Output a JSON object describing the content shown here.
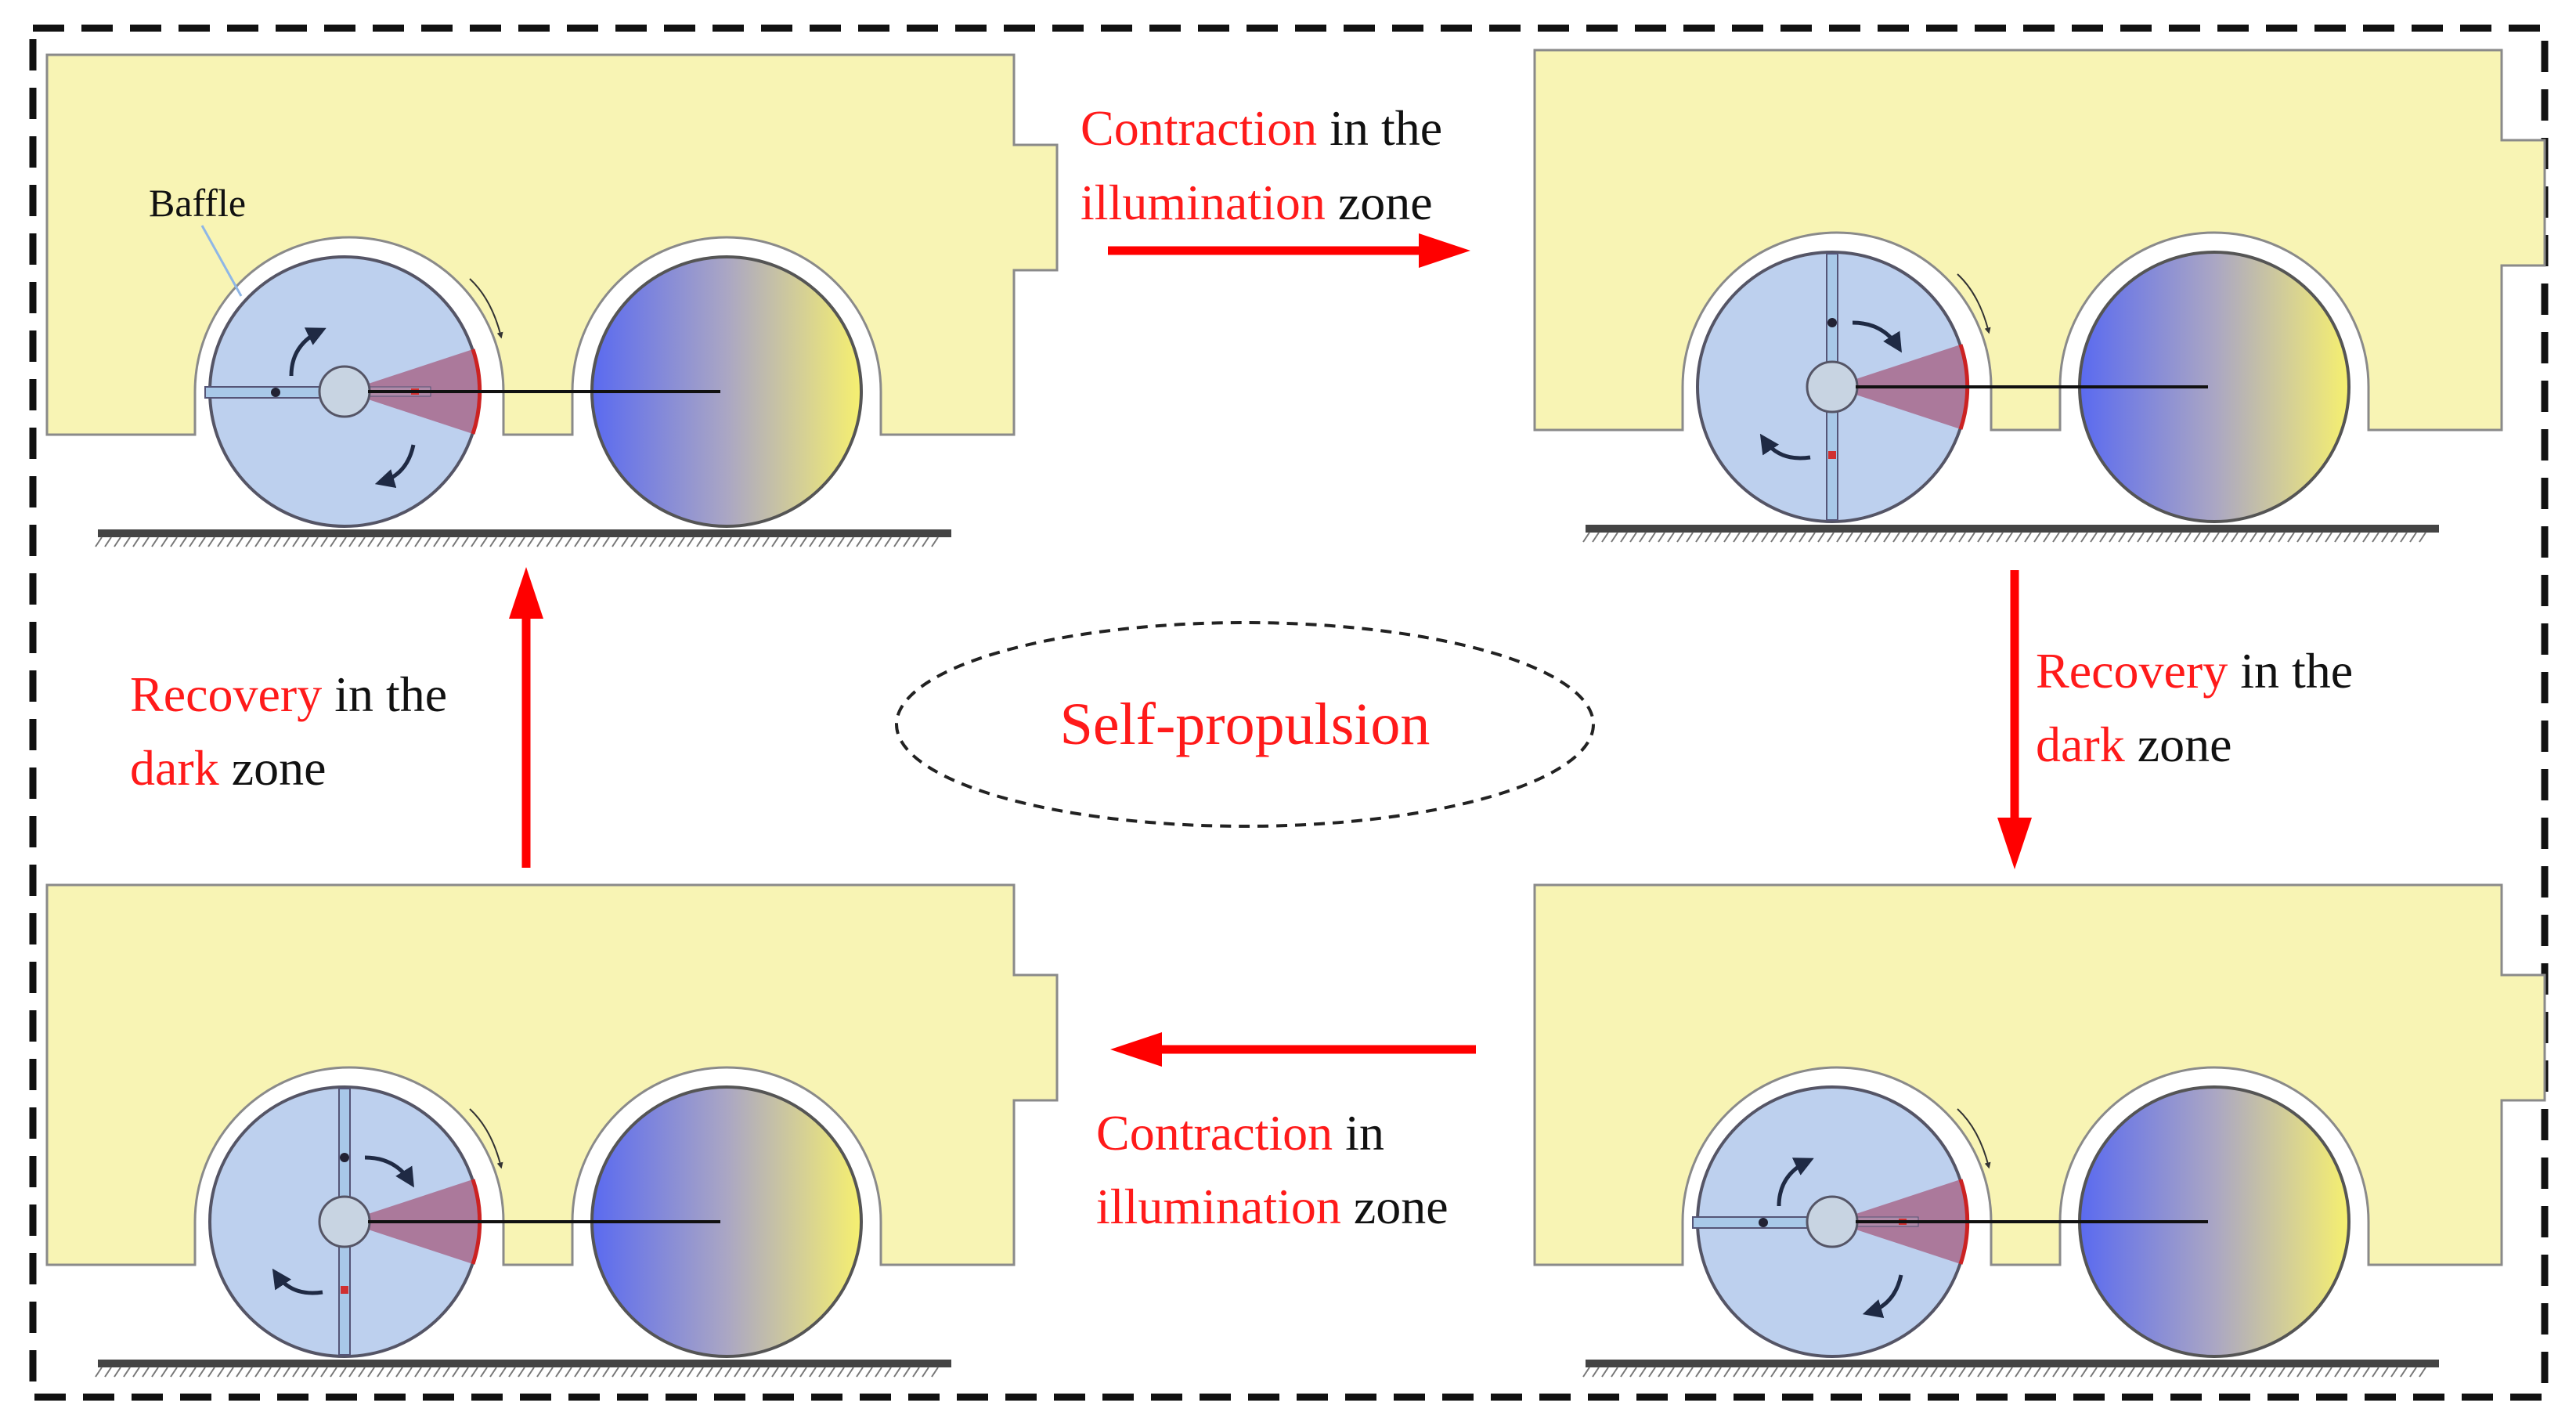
{
  "colors": {
    "body_fill": "#f8f4b4",
    "body_stroke": "#8a8a8a",
    "left_wheel": "#bdd0ee",
    "sector": "#a86a8c",
    "right_wheel_dark": "#5a6af0",
    "right_wheel_light": "#f6f070",
    "arrow": "#ff0000",
    "red_text": "#ff1a1a",
    "black_text": "#111111"
  },
  "labels": {
    "baffle": "Baffle",
    "center": "Self-propulsion"
  },
  "captions": {
    "top": {
      "line1": [
        {
          "text": "Contraction",
          "red": true
        },
        {
          "text": " in the",
          "red": false
        }
      ],
      "line2": [
        {
          "text": "illumination",
          "red": true
        },
        {
          "text": " zone",
          "red": false
        }
      ]
    },
    "right": {
      "line1": [
        {
          "text": "Recovery",
          "red": true
        },
        {
          "text": " in the",
          "red": false
        }
      ],
      "line2": [
        {
          "text": "dark",
          "red": true
        },
        {
          "text": " zone",
          "red": false
        }
      ]
    },
    "bottom": {
      "line1": [
        {
          "text": "Contraction",
          "red": true
        },
        {
          "text": " in",
          "red": false
        }
      ],
      "line2": [
        {
          "text": "illumination",
          "red": true
        },
        {
          "text": " zone",
          "red": false
        }
      ]
    },
    "left": {
      "line1": [
        {
          "text": "Recovery",
          "red": true
        },
        {
          "text": " in the",
          "red": false
        }
      ],
      "line2": [
        {
          "text": "dark",
          "red": true
        },
        {
          "text": " zone",
          "red": false
        }
      ]
    }
  },
  "icons": [
    "arrow-right-icon",
    "arrow-down-icon",
    "arrow-left-icon",
    "arrow-up-icon",
    "rotation-arrow-icon"
  ]
}
